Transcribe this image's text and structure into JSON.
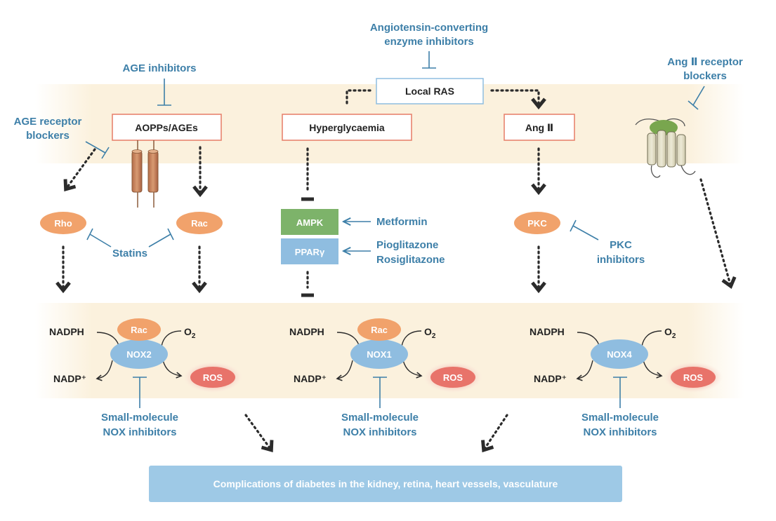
{
  "top": {
    "ace_inhibitors": [
      "Angiotensin-converting",
      "enzyme inhibitors"
    ],
    "local_ras": "Local RAS",
    "age_inhibitors": "AGE inhibitors",
    "age_receptor_blockers": [
      "AGE receptor",
      "blockers"
    ],
    "ang2_receptor_blockers": [
      "Ang Ⅱ receptor",
      "blockers"
    ]
  },
  "boxes": {
    "aopps": "AOPPs/AGEs",
    "hyperglycaemia": "Hyperglycaemia",
    "ang2": "Ang Ⅱ"
  },
  "middle": {
    "rho": "Rho",
    "rac": "Rac",
    "statins": "Statins",
    "ampk": "AMPK",
    "ppar": "PPARγ",
    "metformin": "Metformin",
    "pioglitazone": "Pioglitazone",
    "rosiglitazone": "Rosiglitazone",
    "pkc": "PKC",
    "pkc_inhibitors": [
      "PKC",
      "inhibitors"
    ]
  },
  "nox": [
    {
      "nadph": "NADPH",
      "nadp": "NADP⁺",
      "o2": "O",
      "o2_sub": "2",
      "rac": "Rac",
      "enzyme": "NOX2",
      "ros": "ROS",
      "inhibitor": [
        "Small-molecule",
        "NOX inhibitors"
      ]
    },
    {
      "nadph": "NADPH",
      "nadp": "NADP⁺",
      "o2": "O",
      "o2_sub": "2",
      "rac": "Rac",
      "enzyme": "NOX1",
      "ros": "ROS",
      "inhibitor": [
        "Small-molecule",
        "NOX inhibitors"
      ]
    },
    {
      "nadph": "NADPH",
      "nadp": "NADP⁺",
      "o2": "O",
      "o2_sub": "2",
      "enzyme": "NOX4",
      "ros": "ROS",
      "inhibitor": [
        "Small-molecule",
        "NOX inhibitors"
      ]
    }
  ],
  "complications": "Complications of diabetes in the kidney, retina, heart vessels, vasculature",
  "colors": {
    "band": "#fbf1dd",
    "blue_text": "#3d7fa8",
    "orange": "#f1a26b",
    "nox_blue": "#8fbde0",
    "ros_red": "#e8736a",
    "ampk_green": "#7db36a",
    "ppar_blue": "#8fbde0",
    "box_border_red": "#e8846f",
    "ras_border": "#8fbde0",
    "bottom_bar": "#9ec9e6"
  }
}
